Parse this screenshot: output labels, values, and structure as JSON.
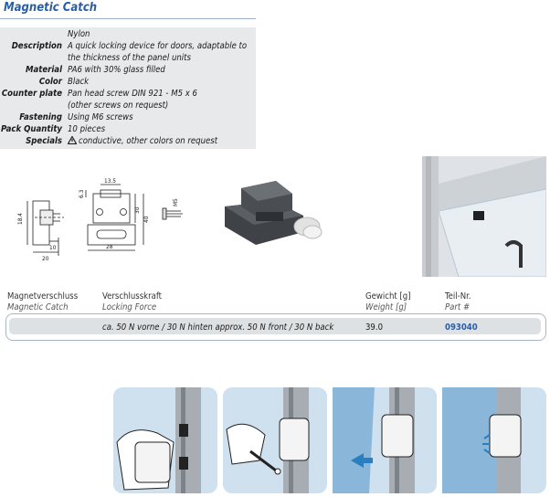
{
  "title": "Magnetic Catch",
  "specs": [
    {
      "key": "",
      "value": "Nylon"
    },
    {
      "key": "Description",
      "value": "A quick locking device for doors, adaptable to"
    },
    {
      "key": "",
      "value": "the thickness of the panel units"
    },
    {
      "key": "Material",
      "value": "PA6 with 30% glass filled"
    },
    {
      "key": "Color",
      "value": "Black"
    },
    {
      "key": "Counter plate",
      "value": "Pan head screw DIN 921 - M5 x 6"
    },
    {
      "key": "",
      "value": "(other screws on request)"
    },
    {
      "key": "Fastening",
      "value": "Using M6 screws"
    },
    {
      "key": "Pack Quantity",
      "value": "10 pieces"
    },
    {
      "key": "Specials",
      "value": "conductive, other colors on request",
      "icon": "warning-triangle-icon"
    }
  ],
  "drawing": {
    "d1": "18.4",
    "d2": "10",
    "d3": "20",
    "d4": "13.5",
    "d5": "6.3",
    "d6": "30",
    "d7": "40",
    "d8": "28",
    "d9": "M5"
  },
  "table": {
    "headers": [
      {
        "de": "Magnetverschluss",
        "en": "Magnetic Catch"
      },
      {
        "de": "Verschlusskraft",
        "en": "Locking Force"
      },
      {
        "de": "Gewicht [g]",
        "en": "Weight [g]"
      },
      {
        "de": "Teil-Nr.",
        "en": "Part #"
      }
    ],
    "row": {
      "force": "ca. 50 N vorne / 30 N hinten  approx. 50 N front / 30 N back",
      "weight": "39.0",
      "part": "093040"
    }
  },
  "colors": {
    "accent": "#2a5da8",
    "spec_bg": "#e7e9ea",
    "row_bg": "#dde1e4"
  }
}
